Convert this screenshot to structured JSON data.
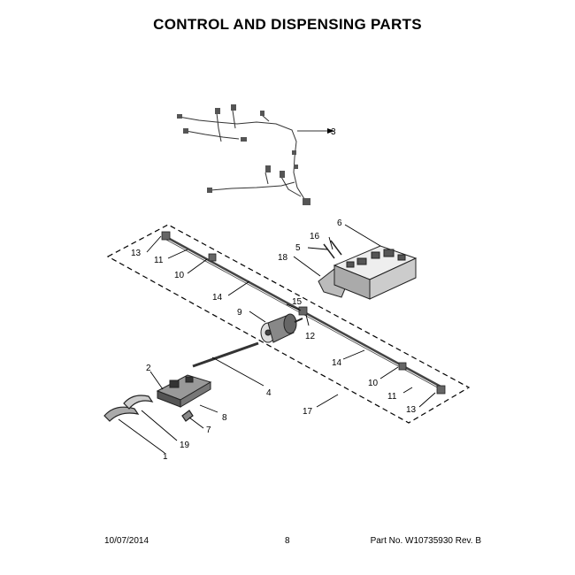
{
  "title": "CONTROL AND DISPENSING PARTS",
  "callouts": {
    "c1": "1",
    "c2": "2",
    "c3": "3",
    "c4": "4",
    "c5": "5",
    "c6": "6",
    "c7": "7",
    "c8": "8",
    "c9": "9",
    "c10a": "10",
    "c10b": "10",
    "c11a": "11",
    "c11b": "11",
    "c12": "12",
    "c13a": "13",
    "c13b": "13",
    "c14a": "14",
    "c14b": "14",
    "c15": "15",
    "c16": "16",
    "c17": "17",
    "c18": "18",
    "c19": "19"
  },
  "footer": {
    "date": "10/07/2014",
    "page": "8",
    "part": "Part No. W10735930  Rev. B"
  }
}
